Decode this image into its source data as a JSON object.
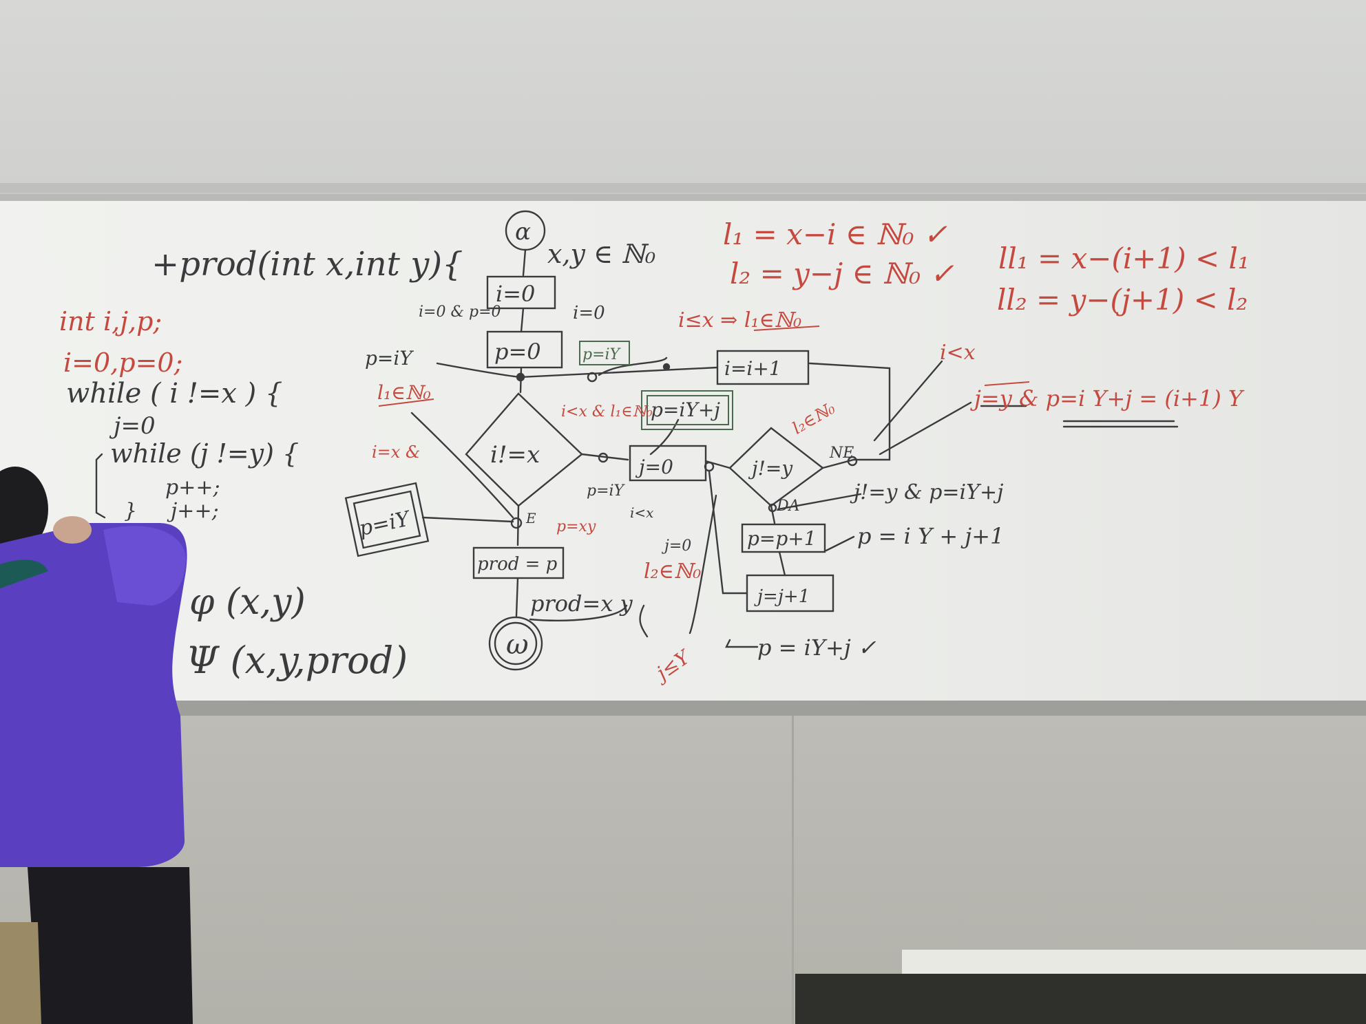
{
  "code": {
    "signature": "+prod(int x,int y){",
    "decl": "int i,j,p;",
    "init": "i=0,p=0;",
    "while_outer": "while ( i !=x ) {",
    "j_init": "j=0",
    "while_inner": "while (j !=y) {",
    "p_inc": "p++;",
    "j_inc": "j++;",
    "close": "}",
    "phi": "φ (x,y)",
    "psi": "Ψ (x,y,prod)"
  },
  "flow": {
    "start": "α",
    "end": "ω",
    "precondition": "x,y ∈ ℕ₀",
    "box_i0": "i=0",
    "box_p0": "p=0",
    "box_i_inc": "i=i+1",
    "box_j0": "j=0",
    "box_p_inc": "p=p+1",
    "box_j_inc": "j=j+1",
    "box_prod": "prod = p",
    "box_p_iy": "p=iY",
    "box_p_iyj": "p=iY+j",
    "cond_outer": "i!=x",
    "cond_inner": "j!=y",
    "label_da": "DA",
    "label_ne": "NE",
    "label_e": "E",
    "note_i0": "i=0",
    "note_i0p0": "i=0 & p=0",
    "note_p_iy_left": "p=iY",
    "note_p_iy_small": "p=iY",
    "note_l1_left": "l₁∈ℕ₀",
    "note_i_eq_x": "i=x &",
    "note_p_xy": "p=xy",
    "note_prod_xy": "prod=x y",
    "note_i_le_x": "i≤x ⇒ l₁∈ℕ₀",
    "note_i_lt_x_and": "i<x & l₁∈ℕ₀",
    "note_i_lt_x": "i<x",
    "note_l2_in": "l₂∈ℕ₀",
    "note_j_eq_y_p": "j=y & p=i Y+j = (i+1) Y",
    "note_j_ne_y": "j!=y & p=iY+j",
    "note_p_iy_j1": "p = i Y + j+1",
    "note_p_iy_j": "p = iY+j ✓",
    "note_j0": "j=0",
    "note_jle_y": "j≤Y",
    "note_p_iy_bottom": "p=iY",
    "note_i_lt_x_bottom": "i<x",
    "note_l2_red": "l₂∈ℕ₀"
  },
  "measure": {
    "l1": "l₁ = x−i ∈ ℕ₀ ✓",
    "l2": "l₂ = y−j ∈ ℕ₀ ✓",
    "ll1": "ll₁ = x−(i+1) < l₁",
    "ll2": "ll₂ = y−(j+1) < l₂"
  },
  "colors": {
    "ink_black": "#3b3b3d",
    "ink_red": "#c5493f",
    "ink_green": "#4b6a4d",
    "board": "#eeefec",
    "jacket": "#5a3fc0"
  }
}
